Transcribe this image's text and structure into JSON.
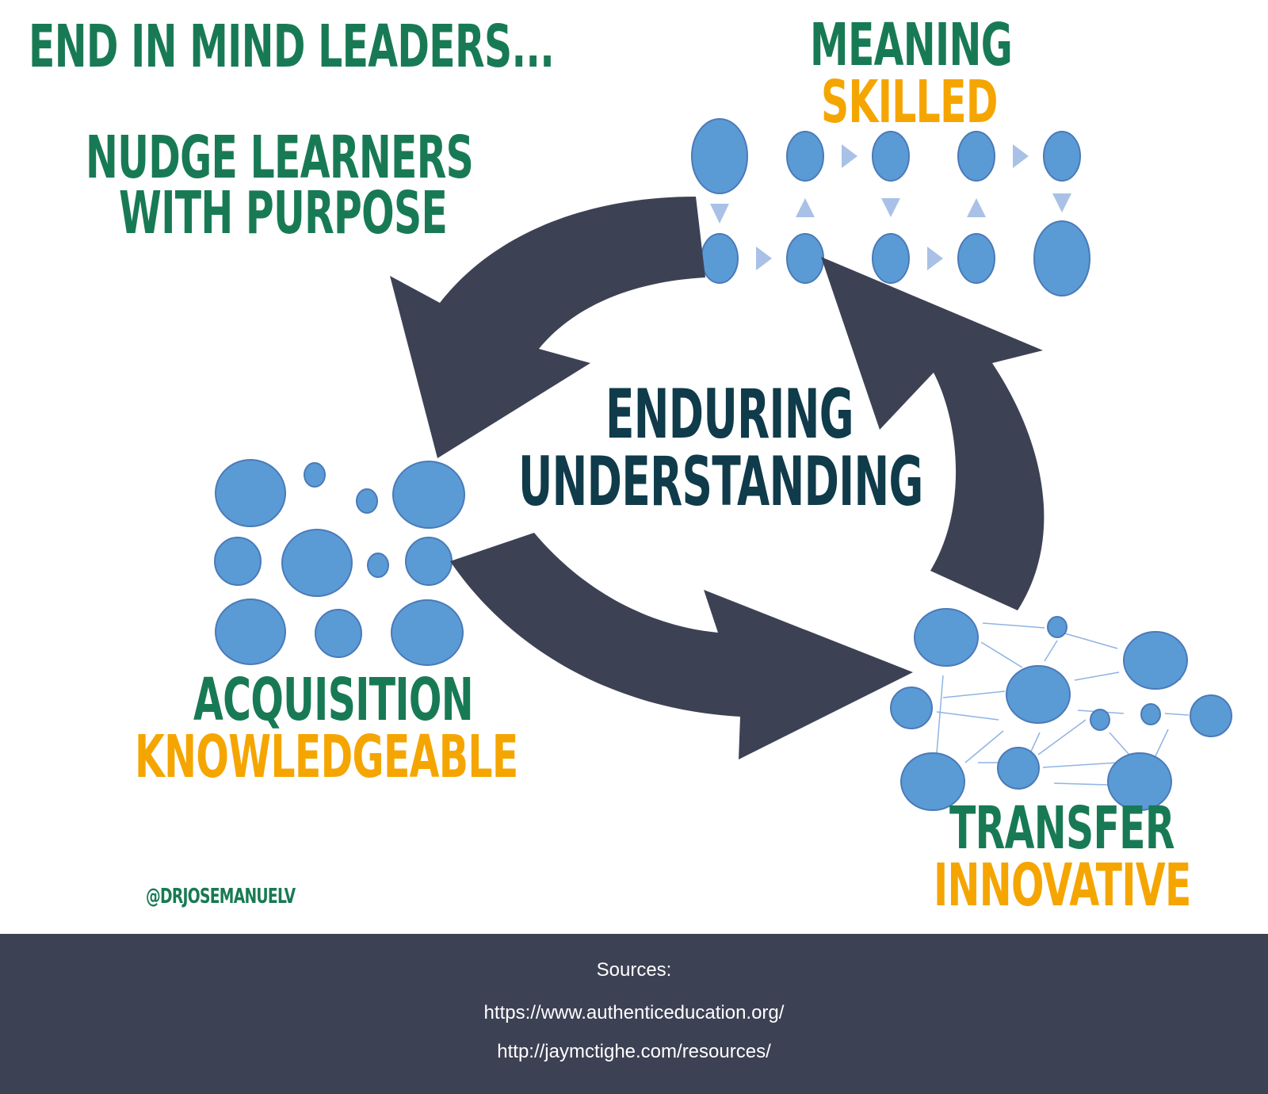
{
  "title": "END IN MIND LEADERS...",
  "nudge": {
    "line1": "NUDGE LEARNERS",
    "line2": "WITH PURPOSE"
  },
  "meaning": {
    "label": "MEANING",
    "sub": "SKILLED"
  },
  "center": {
    "line1": "ENDURING",
    "line2": "UNDERSTANDING"
  },
  "acquisition": {
    "label": "ACQUISITION",
    "sub": "KNOWLEDGEABLE"
  },
  "transfer": {
    "label": "TRANSFER",
    "sub": "INNOVATIVE"
  },
  "handle": "@DRJOSEMANUELV",
  "footer": {
    "label": "Sources:",
    "links": [
      "https://www.authenticeducation.org/",
      "http://jaymctighe.com/resources/"
    ]
  },
  "colors": {
    "green": "#187a55",
    "orange": "#f5a500",
    "navy": "#0f3b4a",
    "arrow": "#3d4154",
    "circle": "#5b9bd5",
    "circle_stroke": "#4a7ab8",
    "light_arrow": "#a9c1e6",
    "footer_bg": "#3d4154"
  }
}
